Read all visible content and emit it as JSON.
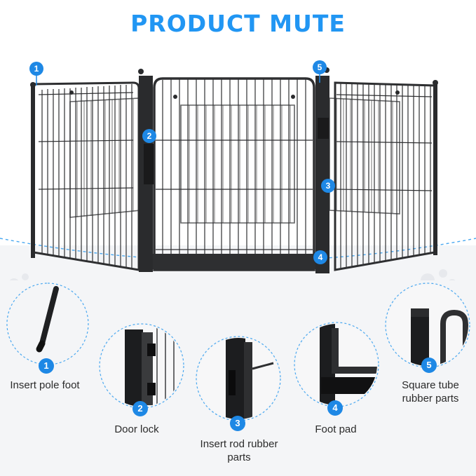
{
  "title": "PRODUCT MUTE",
  "markers": [
    "1",
    "2",
    "3",
    "4",
    "5"
  ],
  "details": [
    {
      "number": "1",
      "label": "Insert pole foot"
    },
    {
      "number": "2",
      "label": "Door lock"
    },
    {
      "number": "3",
      "label": "Insert rod rubber parts"
    },
    {
      "number": "4",
      "label": "Foot pad"
    },
    {
      "number": "5",
      "label": "Square tube rubber parts"
    }
  ],
  "colors": {
    "accent": "#1e88e5",
    "title": "#2196f3",
    "metal": "#2e2f31"
  }
}
